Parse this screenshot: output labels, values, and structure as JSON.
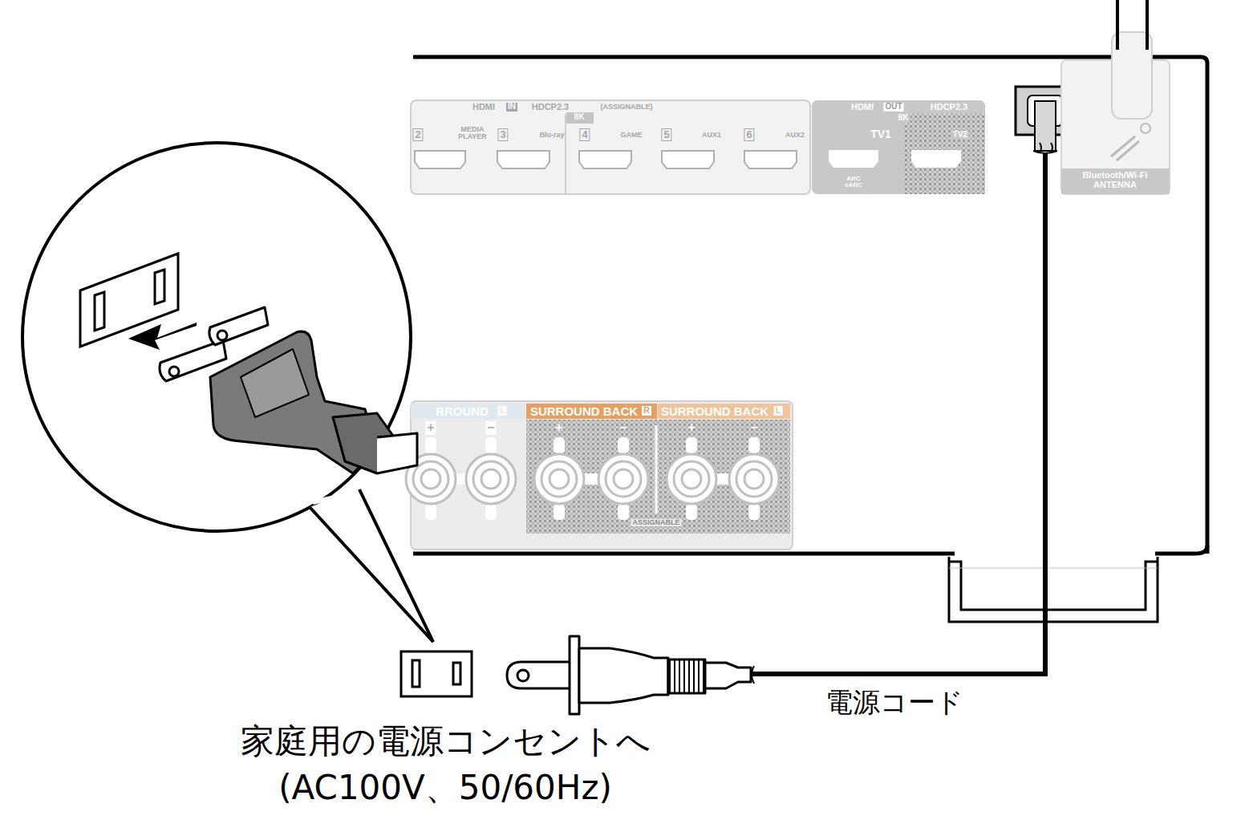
{
  "diagram": {
    "labels": [
      "HDMI",
      "IN",
      "HDCP2.3",
      "(ASSIGNABLE)",
      "2",
      "MEDIA PLAYER",
      "3",
      "Blu-ray",
      "8K",
      "4",
      "GAME",
      "5",
      "AUX1",
      "6",
      "AUX2",
      "HDMI",
      "OUT",
      "HDCP2.3",
      "8K",
      "TV1",
      "ARC eARC",
      "TV2",
      "Bluetooth/Wi-Fi ANTENNA",
      "RROUND",
      "L",
      "SURROUND BACK",
      "R",
      "SURROUND BACK",
      "L",
      "+",
      "−",
      "+",
      "−",
      "+",
      "−",
      "ASSIGNABLE",
      "電源コード",
      "家庭用の電源コンセントへ",
      "(AC100V、50/60Hz)"
    ]
  }
}
